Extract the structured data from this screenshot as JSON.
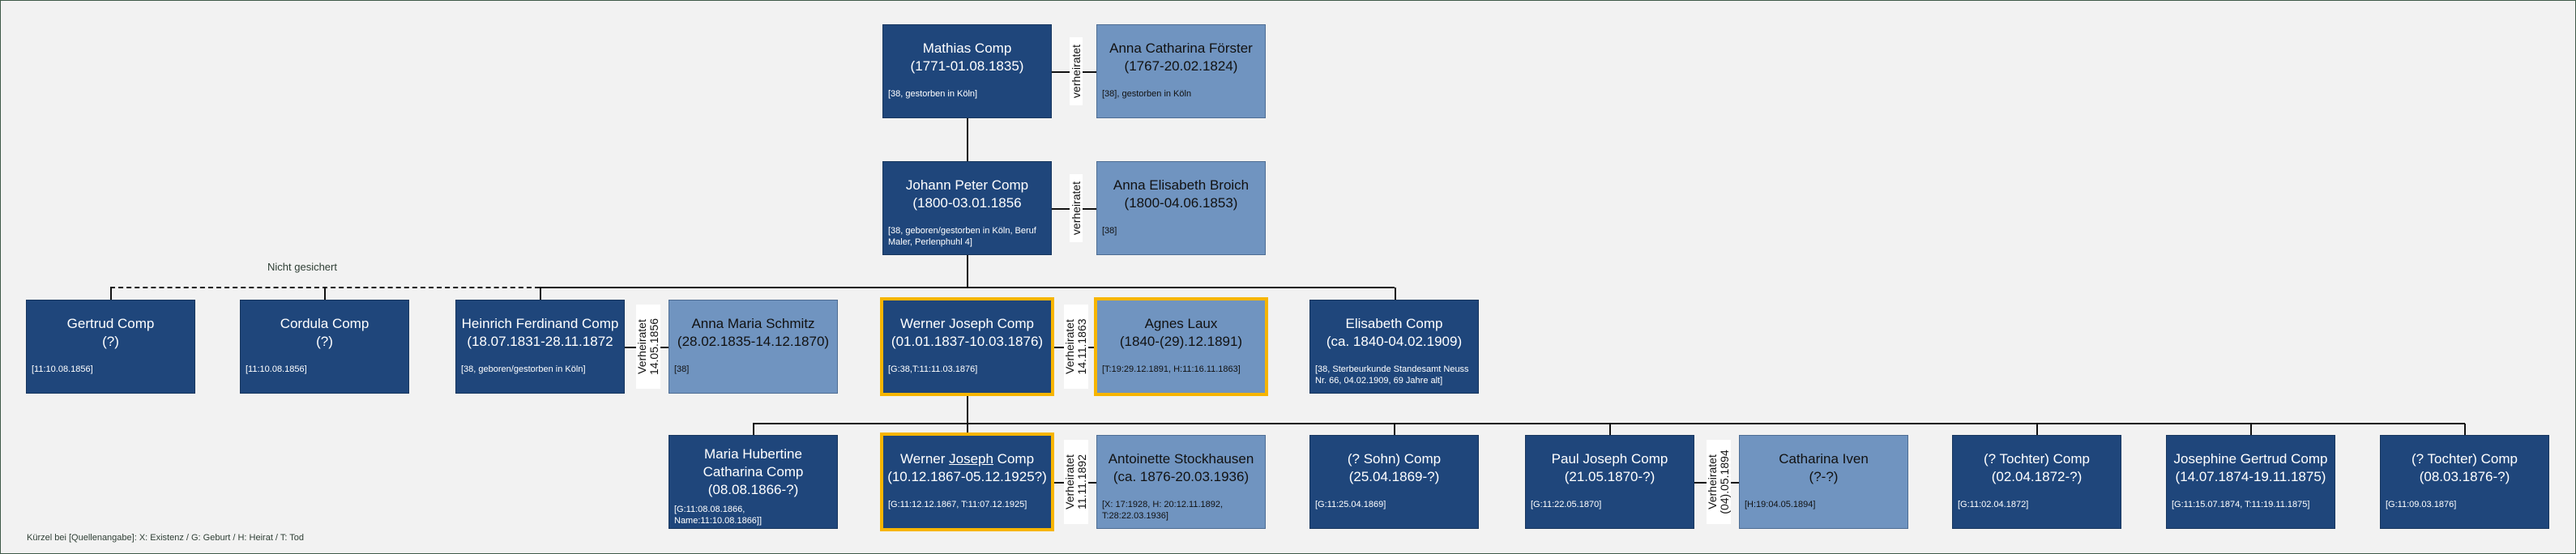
{
  "uncertain_label": "Nicht gesichert",
  "legend": "Kürzel bei [Quellenangabe]: X: Existenz / G: Geburt / H: Heirat / T: Tod",
  "colors": {
    "blood_relative": "#1f467b",
    "spouse": "#7094c0",
    "highlight": "#f7b500",
    "background": "#f2f2f2"
  },
  "persons": {
    "mathias": {
      "name": "Mathias Comp",
      "dates": "(1771-01.08.1835)",
      "note": "[38, gestorben in Köln]"
    },
    "anna_cf": {
      "name": "Anna Catharina Förster",
      "dates": "(1767-20.02.1824)",
      "note": "[38], gestorben in Köln"
    },
    "johann": {
      "name": "Johann Peter Comp",
      "dates": "(1800-03.01.1856",
      "note": "[38, geboren/gestorben in Köln, Beruf Maler, Perlenphuhl 4]"
    },
    "anna_eb": {
      "name": "Anna Elisabeth Broich",
      "dates": "(1800-04.06.1853)",
      "note": "[38]"
    },
    "gertrud": {
      "name": "Gertrud Comp",
      "dates": "(?)",
      "note": "[11:10.08.1856]"
    },
    "cordula": {
      "name": "Cordula Comp",
      "dates": "(?)",
      "note": "[11:10.08.1856]"
    },
    "heinrich": {
      "name": "Heinrich Ferdinand Comp",
      "dates": "(18.07.1831-28.11.1872",
      "note": "[38, geboren/gestorben in Köln]"
    },
    "anna_ms": {
      "name": "Anna Maria Schmitz",
      "dates": "(28.02.1835-14.12.1870)",
      "note": "[38]"
    },
    "werner": {
      "name": "Werner Joseph Comp",
      "dates": "(01.01.1837-10.03.1876)",
      "note": "[G:38,T:11:11.03.1876]"
    },
    "agnes": {
      "name": "Agnes Laux",
      "dates": "(1840-(29).12.1891)",
      "note": "[T:19:29.12.1891, H:11:16.11.1863]"
    },
    "elisabeth": {
      "name": "Elisabeth Comp",
      "dates": "(ca. 1840-04.02.1909)",
      "note": "[38, Sterbeurkunde Standesamt Neuss Nr. 66, 04.02.1909, 69 Jahre alt]"
    },
    "maria": {
      "name": "Maria Hubertine Catharina Comp",
      "dates": "(08.08.1866-?)",
      "note": "[G:11:08.08.1866, Name:11:10.08.1866]]"
    },
    "werner_jr": {
      "name_pre": "Werner ",
      "name_underlined": "Joseph",
      "name_post": " Comp",
      "dates": "(10.12.1867-05.12.1925?)",
      "note": "[G:11:12.12.1867, T:11:07.12.1925]"
    },
    "antoinette": {
      "name": "Antoinette Stockhausen",
      "dates": "(ca. 1876-20.03.1936)",
      "note": "[X: 17:1928, H: 20:12.11.1892, T:28:22.03.1936]"
    },
    "sohn": {
      "name": "(? Sohn) Comp",
      "dates": "(25.04.1869-?)",
      "note": "[G:11:25.04.1869]"
    },
    "paul": {
      "name": "Paul Joseph Comp",
      "dates": "(21.05.1870-?)",
      "note": "[G:11:22.05.1870]"
    },
    "catharina": {
      "name": "Catharina Iven",
      "dates": "(?-?)",
      "note": "[H:19:04.05.1894]"
    },
    "tochter1": {
      "name": "(? Tochter) Comp",
      "dates": "(02.04.1872-?)",
      "note": "[G:11:02.04.1872]"
    },
    "josephine": {
      "name": "Josephine Gertrud Comp",
      "dates": "(14.07.1874-19.11.1875)",
      "note": "[G:11:15.07.1874, T:11:19.11.1875]"
    },
    "tochter2": {
      "name": "(? Tochter) Comp",
      "dates": "(08.03.1876-?)",
      "note": "[G:11:09.03.1876]"
    }
  },
  "marriages": {
    "m1": "verheiratet",
    "m2": "verheiratet",
    "m3": "Verheiratet\n14.05.1856",
    "m4": "Verheiratet\n14.11.1863",
    "m5": "Verheiratet\n11.11.1892",
    "m6": "Verheiratet\n(04).05.1894"
  }
}
